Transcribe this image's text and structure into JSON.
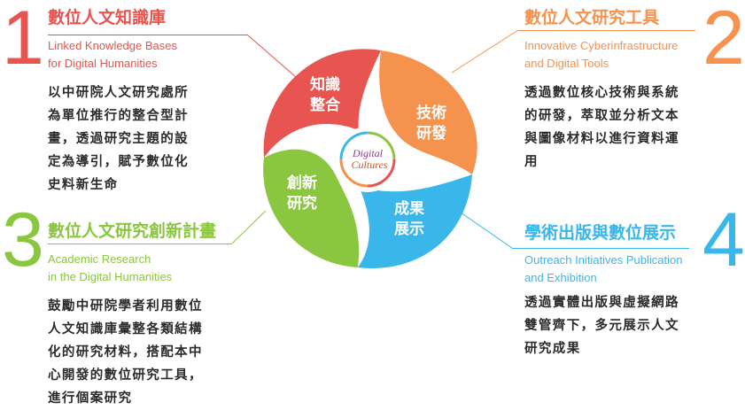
{
  "colors": {
    "red": "#e8544f",
    "orange": "#f5924e",
    "green": "#8ac63f",
    "blue": "#3ab7ea",
    "text": "#2b2b2b"
  },
  "center_logo": {
    "line1": "Digital",
    "line2": "Cultures"
  },
  "petals": {
    "knowledge": [
      "知識",
      "整合"
    ],
    "tools": [
      "技術",
      "研發"
    ],
    "research": [
      "創新",
      "研究"
    ],
    "results": [
      "成果",
      "展示"
    ]
  },
  "sections": [
    {
      "number": "1",
      "title": "數位人文知識庫",
      "subtitle": [
        "Linked Knowledge Bases",
        "for Digital Humanities"
      ],
      "description": [
        "以中研院人文研究處所",
        "為單位推行的整合型計",
        "畫，透過研究主題的設",
        "定為導引，賦予數位化",
        "史料新生命"
      ]
    },
    {
      "number": "2",
      "title": "數位人文研究工具",
      "subtitle": [
        "Innovative Cyberinfrastructure",
        "and Digital Tools"
      ],
      "description": [
        "透過數位核心技術與系統",
        "的研發，萃取並分析文本",
        "與圖像材料以進行資料運",
        "用"
      ]
    },
    {
      "number": "3",
      "title": "數位人文研究創新計畫",
      "subtitle": [
        "Academic Research",
        "in the Digital Humanities"
      ],
      "description": [
        "鼓勵中研院學者利用數位",
        "人文知識庫彙整各類結構",
        "化的研究材料，搭配本中",
        "心開發的數位研究工具，",
        "進行個案研究"
      ]
    },
    {
      "number": "4",
      "title": "學術出版與數位展示",
      "subtitle": [
        "Outreach Initiatives Publication",
        "and Exhibition"
      ],
      "description": [
        "透過實體出版與虛擬網路",
        "雙管齊下，多元展示人文",
        "研究成果"
      ]
    }
  ]
}
